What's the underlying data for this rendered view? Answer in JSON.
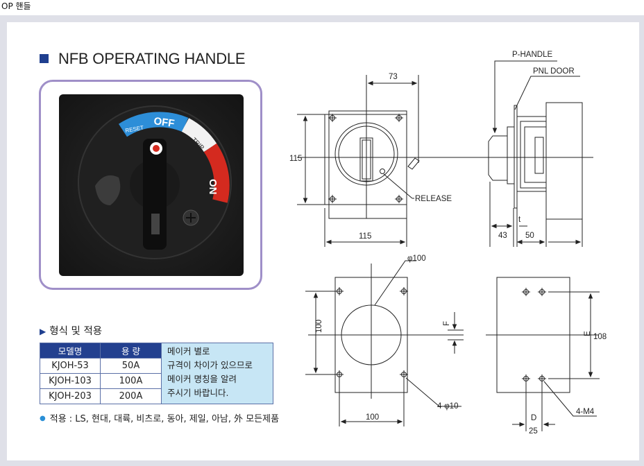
{
  "window_title": "OP 핸들",
  "title": "NFB OPERATING HANDLE",
  "subhead": "형식 및 적용",
  "table": {
    "headers": [
      "모델명",
      "용  량"
    ],
    "rows": [
      [
        "KJOH-53",
        "50A"
      ],
      [
        "KJOH-103",
        "100A"
      ],
      [
        "KJOH-203",
        "200A"
      ]
    ],
    "note_lines": [
      "메이커 별로",
      "규격이 차이가 있으므로",
      "메이커 명칭을 알려",
      "주시기 바랍니다."
    ]
  },
  "applications": "적용 : LS, 현대, 대륙, 비츠로, 동아, 제일, 아남, 外 모든제품",
  "photo": {
    "reset": "RESET",
    "off": "OFF",
    "trip": "TRIP",
    "on": "ON"
  },
  "drawing": {
    "dim_73": "73",
    "dim_115_v": "115",
    "dim_115_h": "115",
    "release": "RELEASE",
    "p_handle": "P-HANDLE",
    "pnl_door": "PNL DOOR",
    "dim_t": "t",
    "dim_43": "43",
    "dim_50": "50",
    "phi_100": "φ100",
    "dim_100_v": "100",
    "dim_F": "F",
    "phi_4_10": "4-φ10",
    "dim_100_h": "100",
    "dim_E": "E",
    "dim_108": "108",
    "m4": "4-M4",
    "dim_D": "D",
    "dim_25": "25"
  },
  "colors": {
    "title_square": "#1f3f8f",
    "table_header": "#23408f",
    "note_bg": "#c7e6f5",
    "frame": "#dfe0e8",
    "photo_border": "#9f8fc8"
  }
}
